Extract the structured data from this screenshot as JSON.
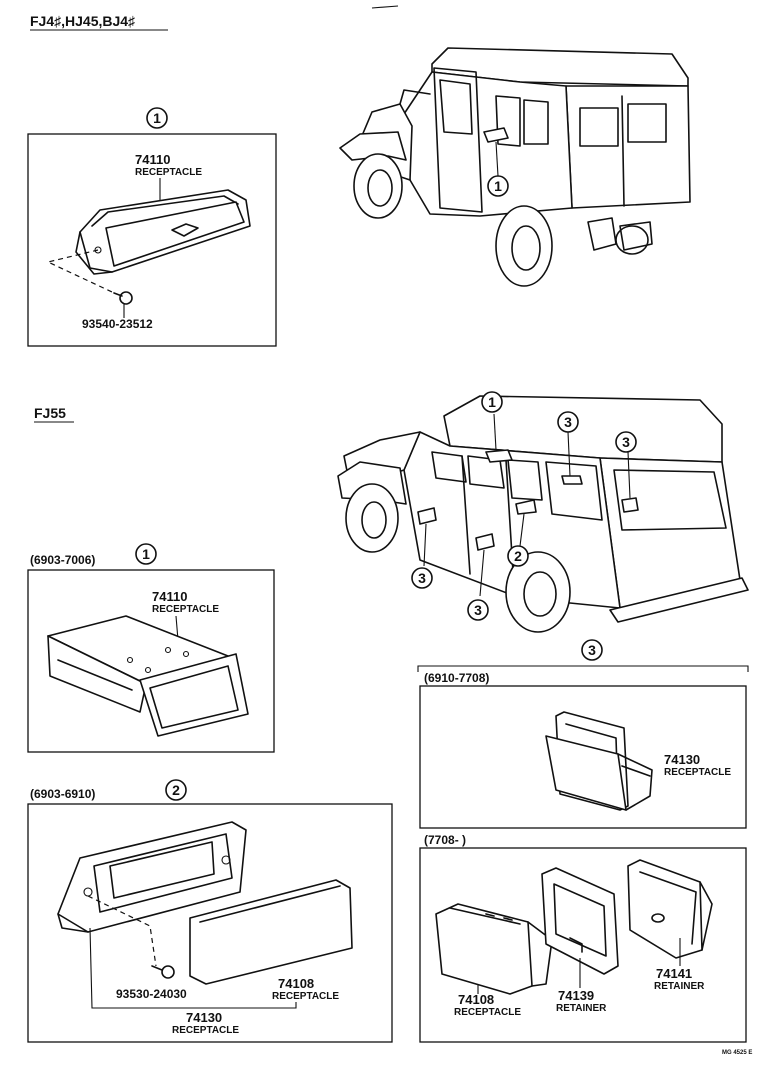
{
  "sections": {
    "top_header": "FJ4♯,HJ45,BJ4♯",
    "fj55_header": "FJ55"
  },
  "callouts": {
    "one": "1",
    "two": "2",
    "three": "3"
  },
  "panel_a": {
    "part_no": "74110",
    "part_name": "RECEPTACLE",
    "screw_no": "93540-23512"
  },
  "panel_b": {
    "date_range": "(6903-7006)",
    "part_no": "74110",
    "part_name": "RECEPTACLE"
  },
  "panel_c": {
    "date_range": "(6903-6910)",
    "screw_no": "93530-24030",
    "lens_no": "74108",
    "lens_name": "RECEPTACLE",
    "assy_no": "74130",
    "assy_name": "RECEPTACLE"
  },
  "panel_d": {
    "date_range": "(6910-7708)",
    "part_no": "74130",
    "part_name": "RECEPTACLE"
  },
  "panel_e": {
    "date_range": "(7708-        )",
    "p1_no": "74108",
    "p1_name": "RECEPTACLE",
    "p2_no": "74139",
    "p2_name": "RETAINER",
    "p3_no": "74141",
    "p3_name": "RETAINER"
  },
  "footer_code": "MG 4525 E"
}
